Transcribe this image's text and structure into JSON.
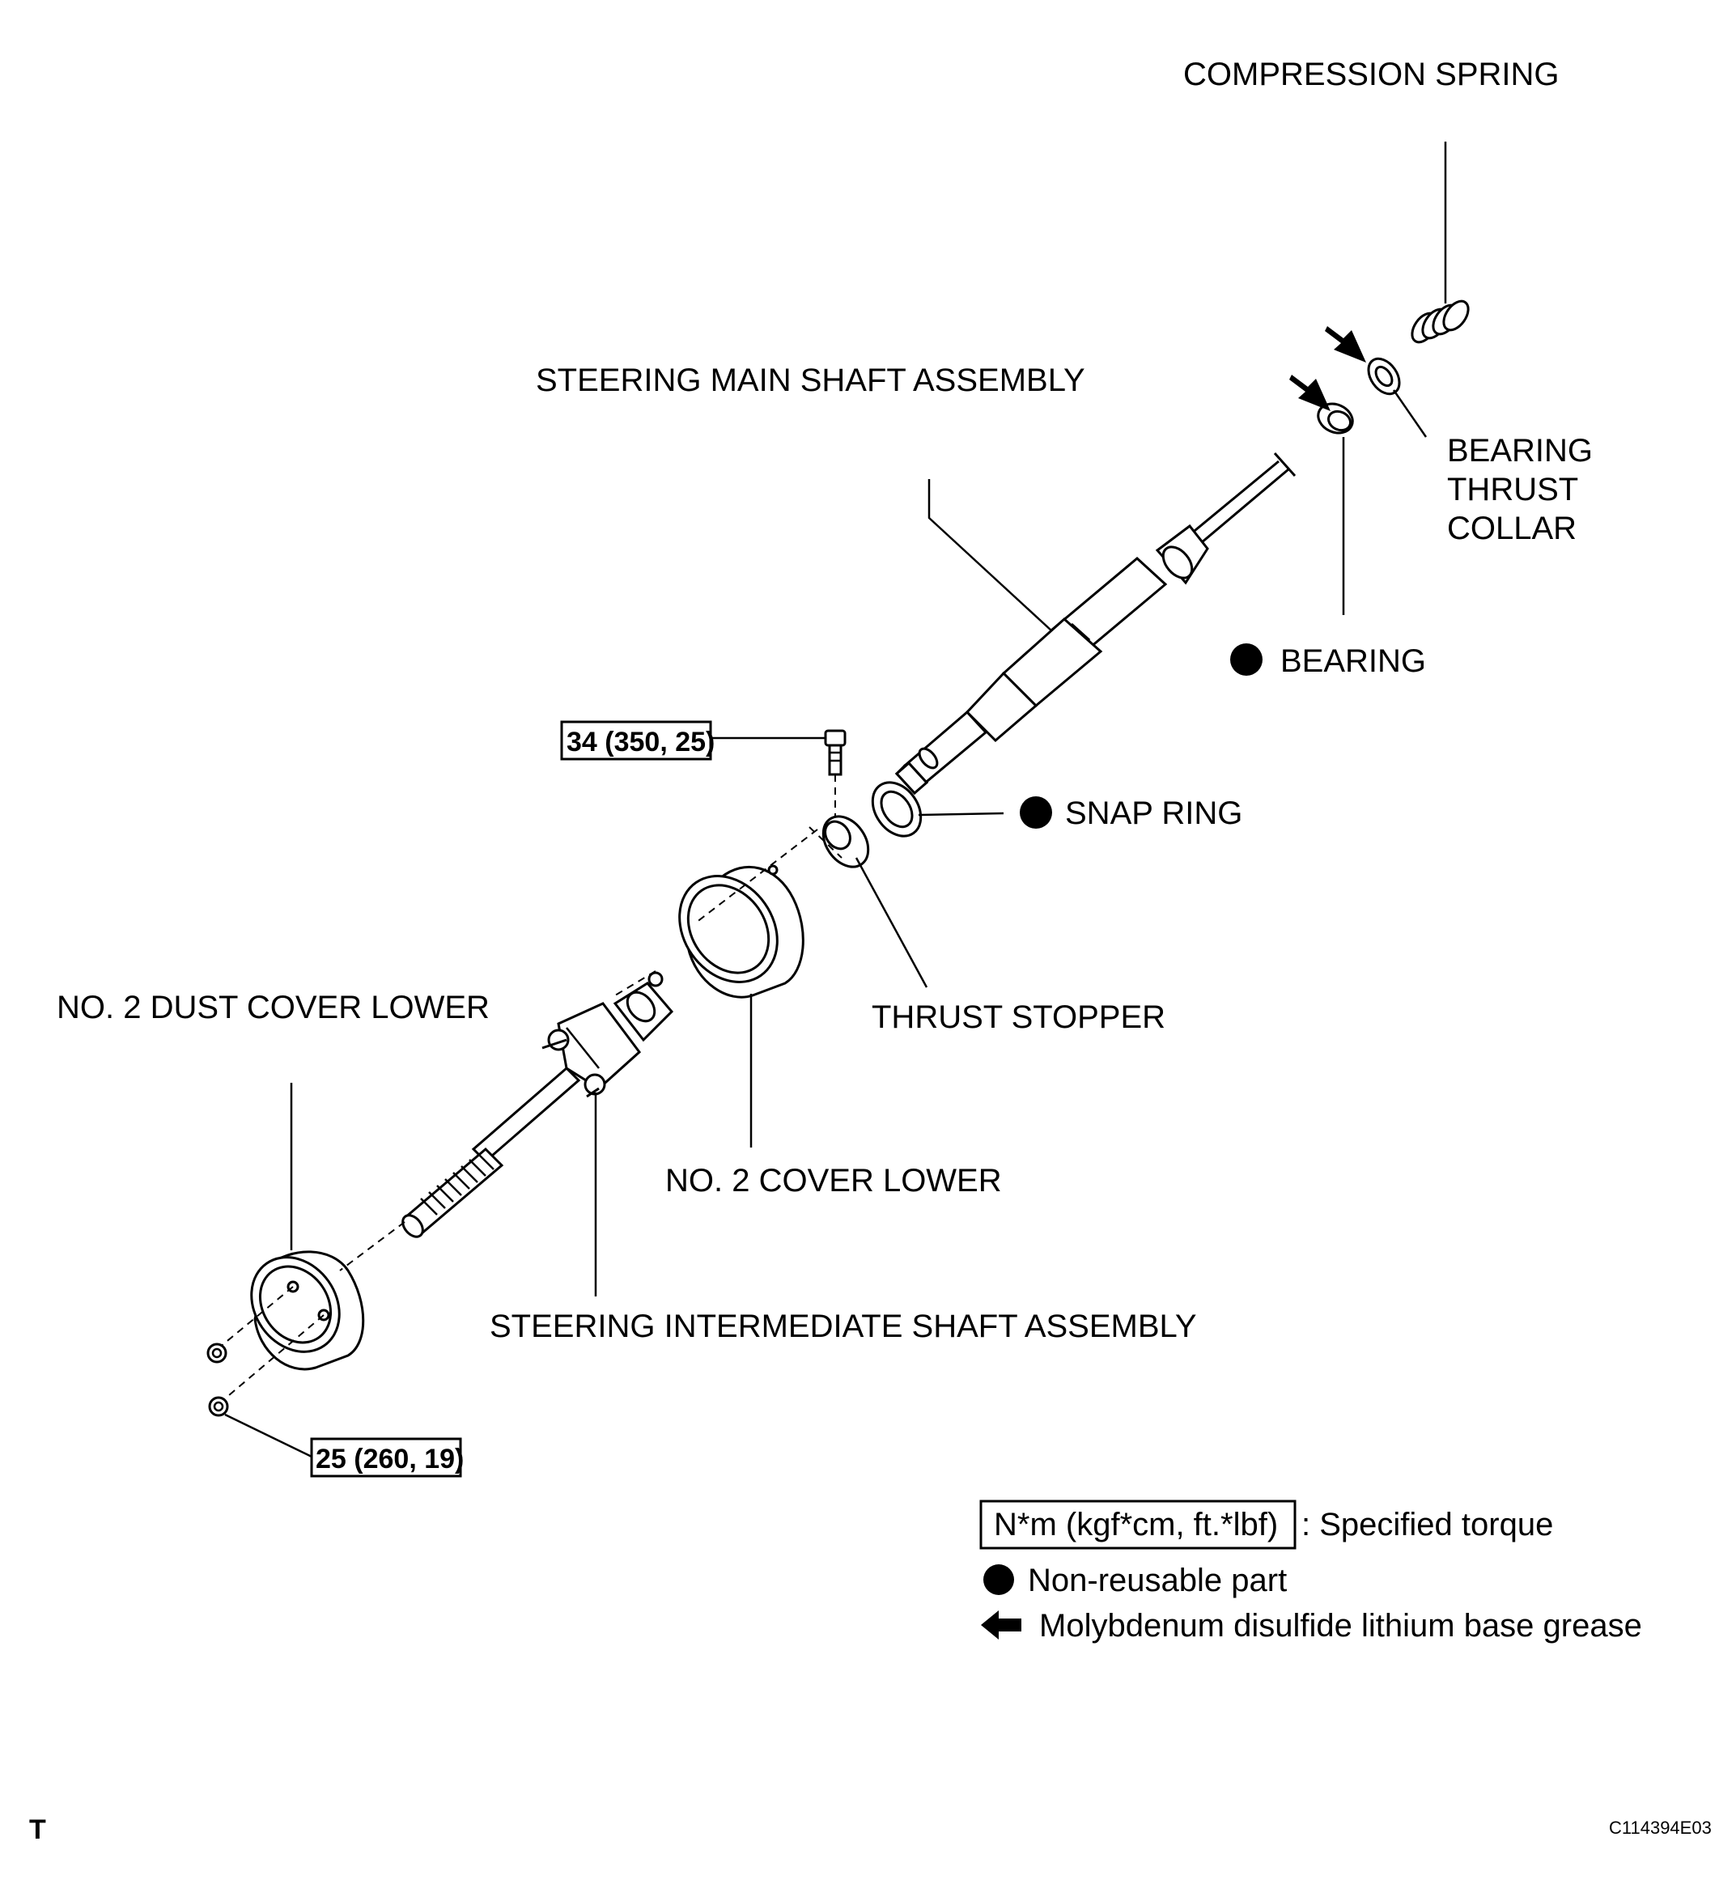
{
  "labels": {
    "compression_spring": "COMPRESSION SPRING",
    "main_shaft": "STEERING MAIN SHAFT ASSEMBLY",
    "bearing_thrust_collar": [
      "BEARING",
      "THRUST",
      "COLLAR"
    ],
    "bearing": "BEARING",
    "snap_ring": "SNAP RING",
    "thrust_stopper": "THRUST STOPPER",
    "dust_cover": "NO. 2 DUST COVER LOWER",
    "cover_lower": "NO. 2 COVER LOWER",
    "intermediate_shaft": "STEERING INTERMEDIATE SHAFT ASSEMBLY"
  },
  "torques": {
    "bolt": "34 (350, 25)",
    "nut": "25 (260, 19)"
  },
  "legend": {
    "torque_box": "N*m (kgf*cm, ft.*lbf)",
    "torque_text": ": Specified torque",
    "nonreusable": "Non-reusable part",
    "grease": "Molybdenum disulfide lithium base grease"
  },
  "corner_left": "T",
  "figure_code": "C114394E03",
  "icons": {
    "non_reusable": "filled-circle-icon",
    "grease": "left-arrow-icon"
  }
}
